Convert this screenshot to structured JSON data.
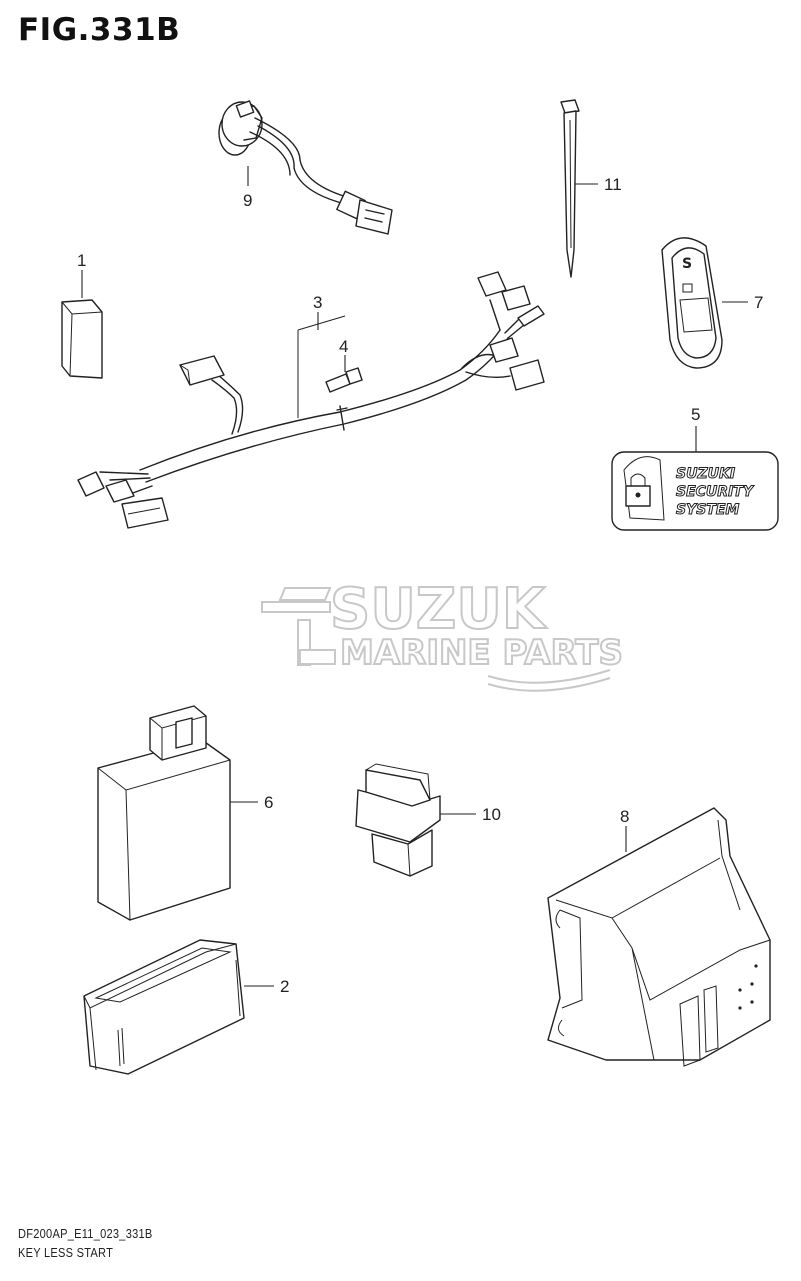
{
  "figure": {
    "title": "FIG.331B",
    "footer_code": "DF200AP_E11_023_331B",
    "footer_name": "KEY LESS START"
  },
  "watermark": {
    "line1": "SUZUK",
    "line2": "MARINE PARTS"
  },
  "emblem": {
    "line1": "SUZUKI",
    "line2": "SECURITY",
    "line3": "SYSTEM"
  },
  "callouts": {
    "c1": "1",
    "c2": "2",
    "c3": "3",
    "c4": "4",
    "c5": "5",
    "c6": "6",
    "c7": "7",
    "c8": "8",
    "c9": "9",
    "c10": "10",
    "c11": "11"
  },
  "icons": {
    "lock": "lock-icon",
    "suzuki_s": "suzuki-logo-icon"
  }
}
